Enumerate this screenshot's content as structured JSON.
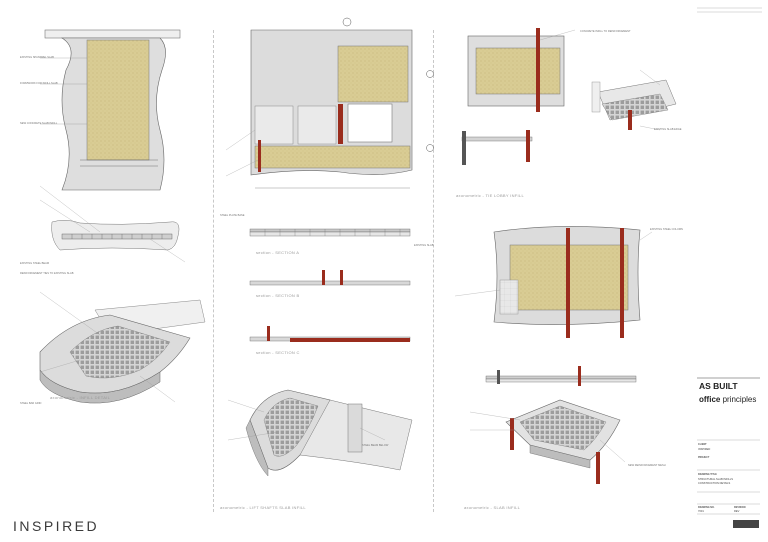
{
  "title_block": {
    "status": "AS BUILT",
    "company_bold": "office",
    "company_light": "principles",
    "project_label": "PROJECT",
    "drawing_label": "DRAWING TITLE",
    "drawing_title_line1": "STRUCTURAL SLAB INFILLS",
    "drawing_title_line2": "CONSTRUCTION DETAILS",
    "client_label": "CLIENT",
    "client_value": "INSPIRED",
    "drawing_no_label": "DRAWING NO.",
    "drawing_no_value": "7001",
    "revision_label": "REVISION",
    "revision_value": "REV"
  },
  "brand": "INSPIRED",
  "captions": {
    "plan_left": "axonometric - INFILL DETAIL",
    "lift_shafts": "axonometric - LIFT SHAFTS SLAB INFILL",
    "lobby": "axonometric - TIE LOBBY INFILL",
    "slab_infill": "axonometric - SLAB INFILL",
    "section_a": "section - SECTION A",
    "section_b": "section - SECTION B",
    "section_c": "section - SECTION C"
  },
  "notes": {
    "left_1": "EXISTING SPANDREL SLAB",
    "left_2": "FORMWORK FOR INFILL SLAB",
    "left_3": "NEW CONCRETE SLAB INFILL",
    "left_4": "EXISTING STEEL BEAM",
    "left_5": "REINFORCEMENT TIES TO EXISTING SLAB",
    "left_6": "STEEL BAR GRID",
    "mid_1": "STEEL PLATE BASE",
    "mid_2": "EXISTING SLAB",
    "mid_3": "STEEL BEAM BELOW",
    "right_1": "EXISTING STEEL COLUMN",
    "right_2": "CONCRETE INFILL TO REINFORCEMENT",
    "right_3": "EXISTING SLAB EDGE",
    "right_4": "NEW REINFORCEMENT MESH"
  },
  "colors": {
    "concrete": "#e3e3e3",
    "concrete_dark": "#bcbcbc",
    "infill": "#d9cc94",
    "steel": "#9a2c1d",
    "line": "#555555"
  }
}
